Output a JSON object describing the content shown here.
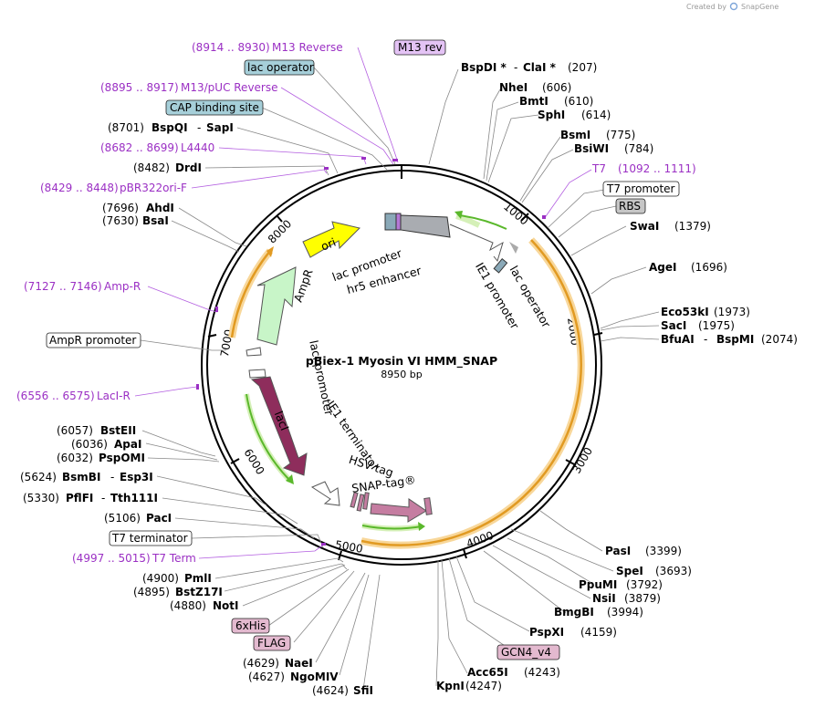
{
  "credit": {
    "prefix": "Created by",
    "brand": "SnapGene"
  },
  "plasmid": {
    "name": "pBiex-1 Myosin VI HMM_SNAP",
    "size": "8950 bp"
  },
  "ticks": [
    "1000",
    "2000",
    "3000",
    "4000",
    "5000",
    "6000",
    "7000",
    "8000"
  ],
  "colors": {
    "primer": "#9b30c4",
    "yellow_feature": "#ffff00",
    "amp_feature": "#c8f5c8",
    "laci_feature": "#8e2d5c",
    "snap_feature": "#c57da1",
    "promoter_gray": "#a9acb1",
    "origin_band": "#f4b348",
    "primer_bind": "#9b30c4",
    "green_arrow": "#5ab82b"
  },
  "features_inner": {
    "ori": "ori",
    "ampr": "AmpR",
    "laci": "lacI",
    "lac_promoter_top": "lac promoter",
    "hr5": "hr5 enhancer",
    "ie1_promoter": "IE1 promoter",
    "lac_operator": "lac operator",
    "laci_promoter": "lacI promoter",
    "ie1_terminator": "IE1 terminator",
    "hsv_tag": "HSV tag",
    "snap_tag": "SNAP-tag®"
  },
  "labels": {
    "m13_reverse_range": "(8914 .. 8930)",
    "m13_reverse": "M13 Reverse",
    "m13_rev_box": "M13 rev",
    "lac_operator_box": "lac operator",
    "m13puc_range": "(8895 .. 8917)",
    "m13puc": "M13/pUC Reverse",
    "cap_box": "CAP binding site",
    "bspqi_pos": "(8701)",
    "bspqi": "BspQI",
    "sapi": "SapI",
    "l4440_range": "(8682 .. 8699)",
    "l4440": "L4440",
    "drdi_pos": "(8482)",
    "drdi": "DrdI",
    "pbr_range": "(8429 .. 8448)",
    "pbr": "pBR322ori-F",
    "ahdi_pos": "(7696)",
    "ahdi": "AhdI",
    "bsai_pos": "(7630)",
    "bsai": "BsaI",
    "ampr_range": "(7127 .. 7146)",
    "ampr_primer": "Amp-R",
    "ampr_promoter_box": "AmpR promoter",
    "lacir_range": "(6556 .. 6575)",
    "lacir": "LacI-R",
    "bsteii_pos": "(6057)",
    "bsteii": "BstEII",
    "apai_pos": "(6036)",
    "apai": "ApaI",
    "pspomi_pos": "(6032)",
    "pspomi": "PspOMI",
    "bsmbi_pos": "(5624)",
    "bsmbi": "BsmBI",
    "esp3i": "Esp3I",
    "pflfi_pos": "(5330)",
    "pflfi": "PflFI",
    "tth111i": "Tth111I",
    "paci_pos": "(5106)",
    "paci": "PacI",
    "t7term_box": "T7 terminator",
    "t7term_range": "(4997 .. 5015)",
    "t7term": "T7 Term",
    "pmli_pos": "(4900)",
    "pmli": "PmlI",
    "bstz17i_pos": "(4895)",
    "bstz17i": "BstZ17I",
    "noti_pos": "(4880)",
    "noti": "NotI",
    "his_box": "6xHis",
    "flag_box": "FLAG",
    "naei_pos": "(4629)",
    "naei": "NaeI",
    "ngomiv_pos": "(4627)",
    "ngomiv": "NgoMIV",
    "sfii_pos": "(4624)",
    "sfii": "SfiI",
    "bspdi": "BspDI *",
    "clai": "ClaI *",
    "bspdi_pos": "(207)",
    "nhei": "NheI",
    "nhei_pos": "(606)",
    "bmti": "BmtI",
    "bmti_pos": "(610)",
    "sphi": "SphI",
    "sphi_pos": "(614)",
    "bsmi": "BsmI",
    "bsmi_pos": "(775)",
    "bsiwi": "BsiWI",
    "bsiwi_pos": "(784)",
    "t7": "T7",
    "t7_range": "(1092 .. 1111)",
    "t7promoter_box": "T7 promoter",
    "rbs_box": "RBS",
    "swai": "SwaI",
    "swai_pos": "(1379)",
    "agei": "AgeI",
    "agei_pos": "(1696)",
    "eco53ki": "Eco53kI",
    "eco53ki_pos": "(1973)",
    "saci": "SacI",
    "saci_pos": "(1975)",
    "bfuai": "BfuAI",
    "bspmi": "BspMI",
    "bfuai_pos": "(2074)",
    "pasi": "PasI",
    "pasi_pos": "(3399)",
    "spei": "SpeI",
    "spei_pos": "(3693)",
    "ppumi": "PpuMI",
    "ppumi_pos": "(3792)",
    "nsii": "NsiI",
    "nsii_pos": "(3879)",
    "bmgbi": "BmgBI",
    "bmgbi_pos": "(3994)",
    "pspxi": "PspXI",
    "pspxi_pos": "(4159)",
    "gcn4_box": "GCN4_v4",
    "acc65i": "Acc65I",
    "acc65i_pos": "(4243)",
    "kpni": "KpnI",
    "kpni_pos": "(4247)",
    "dash": "-"
  }
}
